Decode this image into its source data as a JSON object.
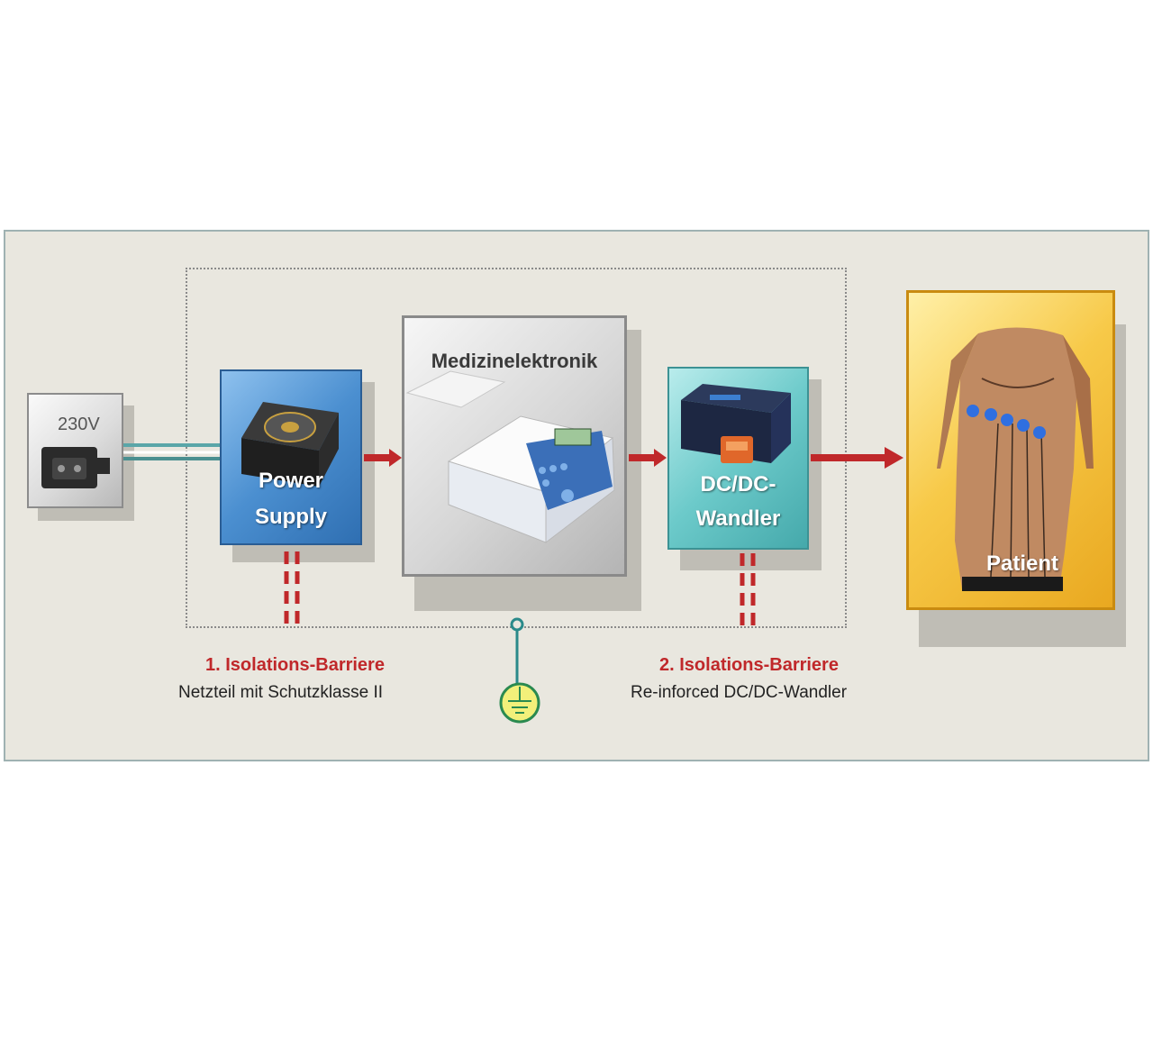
{
  "mains": {
    "voltage_label": "230V",
    "icon": "power-plug-icon"
  },
  "power_supply": {
    "label_line1": "Power",
    "label_line2": "Supply",
    "icon": "psu-device-icon"
  },
  "medical_electronics": {
    "label": "Medizinelektronik",
    "icon": "ecg-device-icon"
  },
  "dcdc": {
    "label_line1": "DC/DC-",
    "label_line2": "Wandler",
    "icon": "dcdc-converter-icon"
  },
  "patient": {
    "label": "Patient",
    "icon": "patient-torso-icon"
  },
  "barrier1": {
    "title": "1. Isolations-Barriere",
    "subtitle": "Netzteil mit Schutzklasse II"
  },
  "barrier2": {
    "title": "2. Isolations-Barriere",
    "subtitle": "Re-inforced DC/DC-Wandler"
  },
  "ground": {
    "icon": "ground-symbol-icon"
  },
  "colors": {
    "arrow": "#c0282a",
    "barrier": "#c0282a",
    "wire": "#4a8f90",
    "panel_bg": "#e9e7df"
  }
}
